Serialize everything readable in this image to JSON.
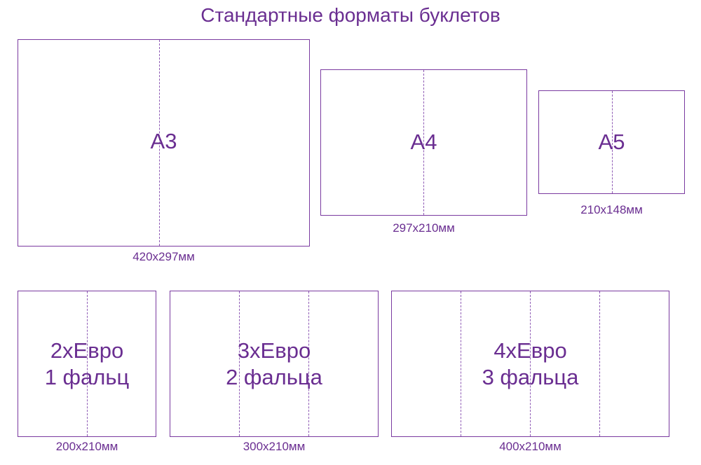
{
  "title": "Стандартные форматы буклетов",
  "colors": {
    "accent": "#6a2e91",
    "border": "#7a3aa0",
    "fold": "#8f5bb5",
    "background": "#ffffff"
  },
  "formats": [
    {
      "name": "А3",
      "size": "420х297мм"
    },
    {
      "name": "А4",
      "size": "297х210мм"
    },
    {
      "name": "А5",
      "size": "210х148мм"
    }
  ],
  "euro_formats": [
    {
      "name": "2хЕвро",
      "folds": "1 фальц",
      "size": "200х210мм"
    },
    {
      "name": "3хЕвро",
      "folds": "2 фальца",
      "size": "300х210мм"
    },
    {
      "name": "4хЕвро",
      "folds": "3 фальца",
      "size": "400х210мм"
    }
  ]
}
